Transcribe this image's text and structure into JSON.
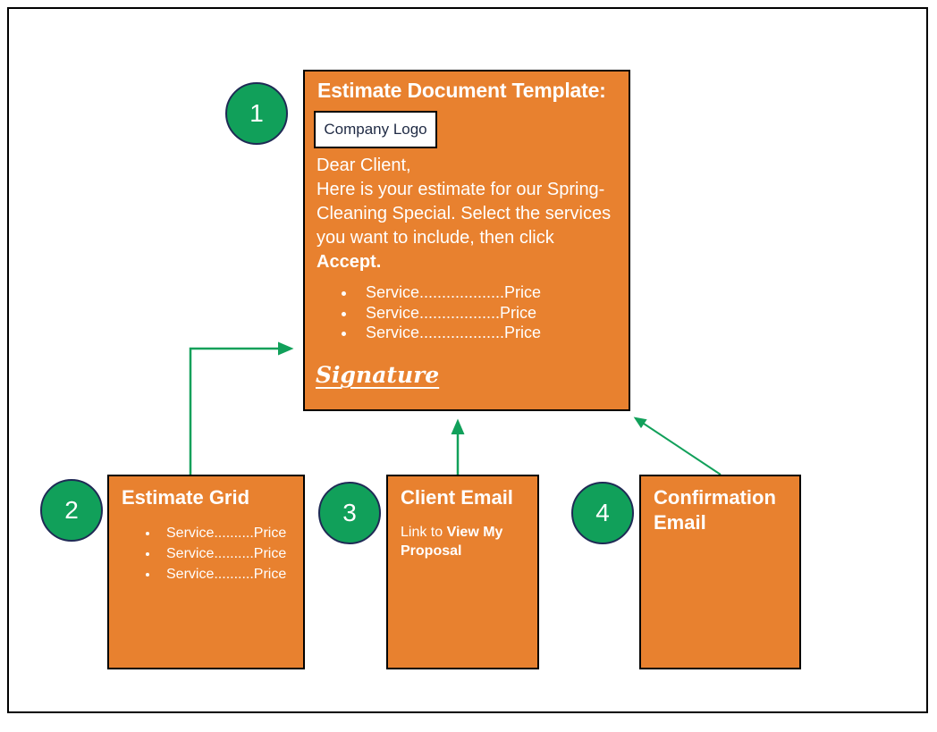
{
  "diagram": {
    "accent_green": "#11a05a",
    "panel_orange": "#e8812f",
    "text_white": "#ffffff",
    "border_black": "#000000",
    "steps": [
      {
        "number": "1"
      },
      {
        "number": "2"
      },
      {
        "number": "3"
      },
      {
        "number": "4"
      }
    ],
    "estimate_document": {
      "title": "Estimate Document Template:",
      "logo_label": "Company Logo",
      "greeting": "Dear Client,",
      "body": "Here is your estimate for our Spring-Cleaning Special. Select the services you want to include, then click",
      "cta_word": "Accept.",
      "services": [
        "Service...................Price",
        "Service..................Price",
        "Service...................Price"
      ],
      "signature": "Signature"
    },
    "estimate_grid": {
      "title": "Estimate Grid",
      "services": [
        "Service..........Price",
        "Service..........Price",
        "Service..........Price"
      ]
    },
    "client_email": {
      "title": "Client Email",
      "link_prefix": "Link to ",
      "link_label": "View My Proposal"
    },
    "confirmation_email": {
      "title": "Confirmation Email"
    }
  }
}
